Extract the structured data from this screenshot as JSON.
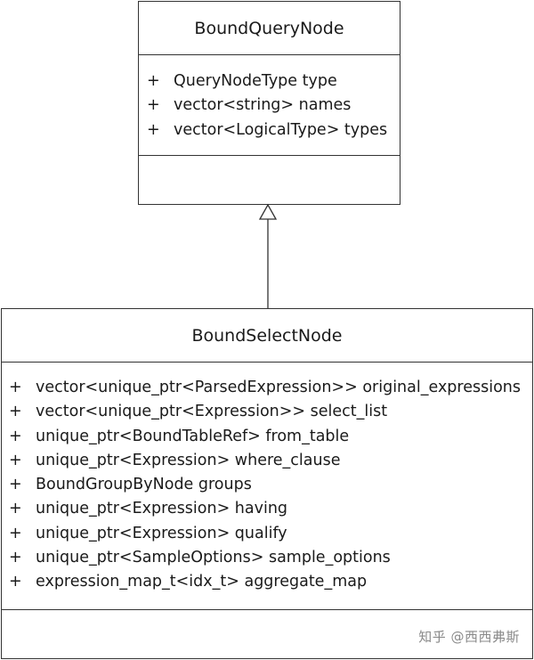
{
  "parent_class": {
    "name": "BoundQueryNode",
    "attributes": [
      {
        "visibility": "+",
        "text": "QueryNodeType type"
      },
      {
        "visibility": "+",
        "text": "vector<string> names"
      },
      {
        "visibility": "+",
        "text": "vector<LogicalType> types"
      }
    ]
  },
  "child_class": {
    "name": "BoundSelectNode",
    "attributes": [
      {
        "visibility": "+",
        "text": "vector<unique_ptr<ParsedExpression>> original_expressions"
      },
      {
        "visibility": "+",
        "text": "vector<unique_ptr<Expression>> select_list"
      },
      {
        "visibility": "+",
        "text": "unique_ptr<BoundTableRef> from_table"
      },
      {
        "visibility": "+",
        "text": "unique_ptr<Expression> where_clause"
      },
      {
        "visibility": "+",
        "text": "BoundGroupByNode groups"
      },
      {
        "visibility": "+",
        "text": "unique_ptr<Expression> having"
      },
      {
        "visibility": "+",
        "text": "unique_ptr<Expression> qualify"
      },
      {
        "visibility": "+",
        "text": "unique_ptr<SampleOptions> sample_options"
      },
      {
        "visibility": "+",
        "text": "expression_map_t<idx_t> aggregate_map"
      }
    ]
  },
  "relationship": {
    "type": "inheritance",
    "from": "BoundSelectNode",
    "to": "BoundQueryNode"
  },
  "watermark": "知乎 @西西弗斯",
  "colors": {
    "border": "#333333",
    "text": "#1a1a1a",
    "watermark": "#8a8a8a",
    "background": "#ffffff"
  }
}
